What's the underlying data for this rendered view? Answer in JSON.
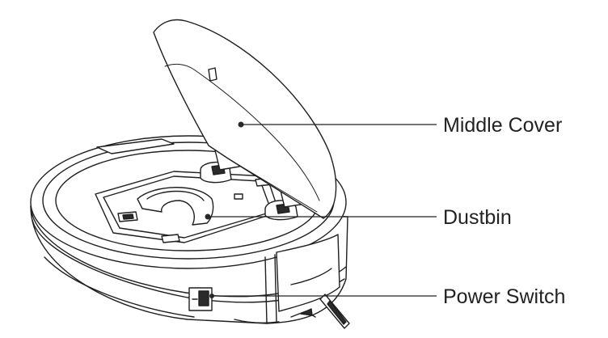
{
  "labels": {
    "middle_cover": "Middle Cover",
    "dustbin": "Dustbin",
    "power_switch": "Power Switch"
  },
  "colors": {
    "line": "#1f1f1f",
    "background": "#ffffff"
  }
}
